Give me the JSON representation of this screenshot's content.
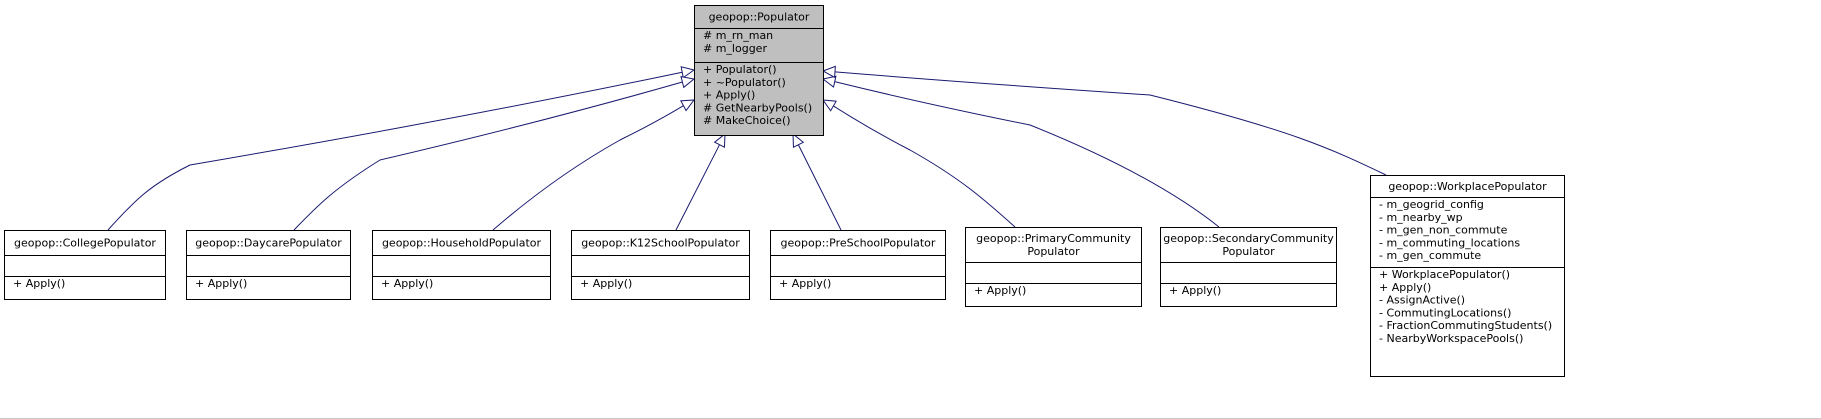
{
  "colors": {
    "edge": "#191970",
    "base_fill": "#bfbfbf",
    "node_fill": "#ffffff",
    "border": "#000000"
  },
  "base_class": {
    "title": [
      "geopop::Populator"
    ],
    "attributes": [
      "# m_rn_man",
      "# m_logger"
    ],
    "methods": [
      "+ Populator()",
      "+ ~Populator()",
      "+ Apply()",
      "# GetNearbyPools()",
      "# MakeChoice()"
    ]
  },
  "derived_classes": [
    {
      "title": [
        "geopop::CollegePopulator"
      ],
      "attributes": [],
      "methods": [
        "+ Apply()"
      ]
    },
    {
      "title": [
        "geopop::DaycarePopulator"
      ],
      "attributes": [],
      "methods": [
        "+ Apply()"
      ]
    },
    {
      "title": [
        "geopop::HouseholdPopulator"
      ],
      "attributes": [],
      "methods": [
        "+ Apply()"
      ]
    },
    {
      "title": [
        "geopop::K12SchoolPopulator"
      ],
      "attributes": [],
      "methods": [
        "+ Apply()"
      ]
    },
    {
      "title": [
        "geopop::PreSchoolPopulator"
      ],
      "attributes": [],
      "methods": [
        "+ Apply()"
      ]
    },
    {
      "title": [
        "geopop::PrimaryCommunity",
        "Populator"
      ],
      "attributes": [],
      "methods": [
        "+ Apply()"
      ]
    },
    {
      "title": [
        "geopop::SecondaryCommunity",
        "Populator"
      ],
      "attributes": [],
      "methods": [
        "+ Apply()"
      ]
    },
    {
      "title": [
        "geopop::WorkplacePopulator"
      ],
      "attributes": [
        "- m_geogrid_config",
        "- m_nearby_wp",
        "- m_gen_non_commute",
        "- m_commuting_locations",
        "- m_gen_commute"
      ],
      "methods": [
        "+ WorkplacePopulator()",
        "+ Apply()",
        "- AssignActive()",
        "- CommutingLocations()",
        "- FractionCommutingStudents()",
        "- NearbyWorkspacePools()"
      ]
    }
  ]
}
